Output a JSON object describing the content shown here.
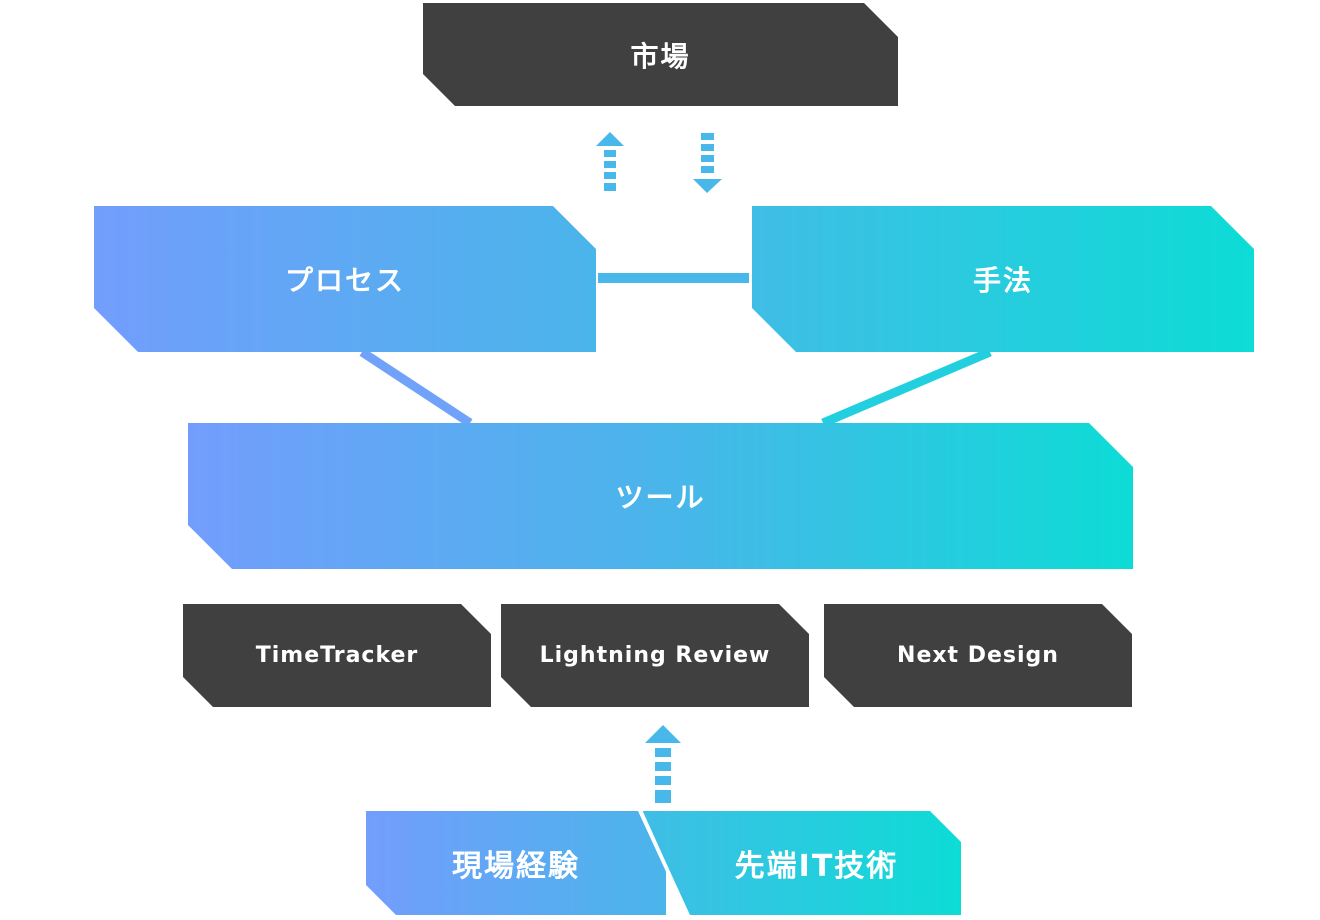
{
  "colors": {
    "dark": "#404040",
    "gradient_start": "#739dfd",
    "gradient_mid": "#4ab5ea",
    "gradient_end": "#0ddcd6",
    "arrow": "#48b8ea",
    "text": "#ffffff"
  },
  "nodes": {
    "market": "市場",
    "process": "プロセス",
    "method": "手法",
    "tool": "ツール",
    "products": [
      "TimeTracker",
      "Lightning Review",
      "Next Design"
    ],
    "foundation_left": "現場経験",
    "foundation_right": "先端IT技術"
  },
  "arrows": {
    "up_arrow_icon": "dashed-arrow-up-icon",
    "down_arrow_icon": "dashed-arrow-down-icon"
  }
}
